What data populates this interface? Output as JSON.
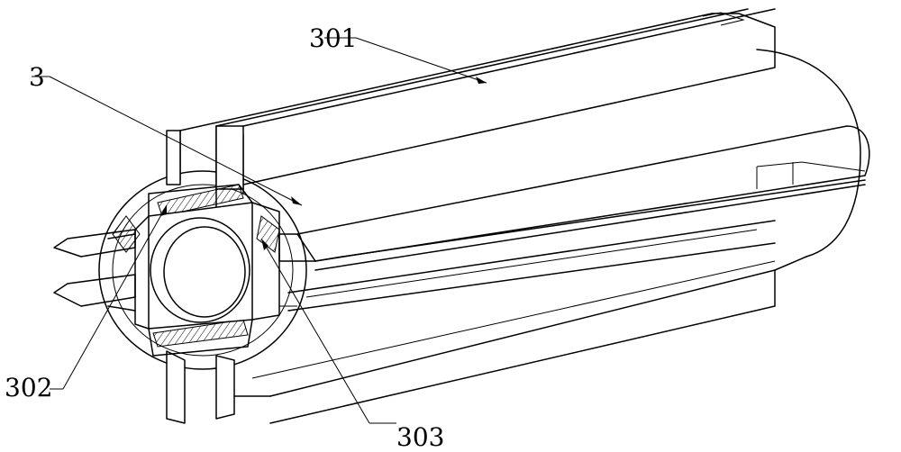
{
  "labels": {
    "part_3": "3",
    "part_301": "301",
    "part_302": "302",
    "part_303": "303"
  },
  "colors": {
    "line": "#000000",
    "background": "#ffffff"
  }
}
